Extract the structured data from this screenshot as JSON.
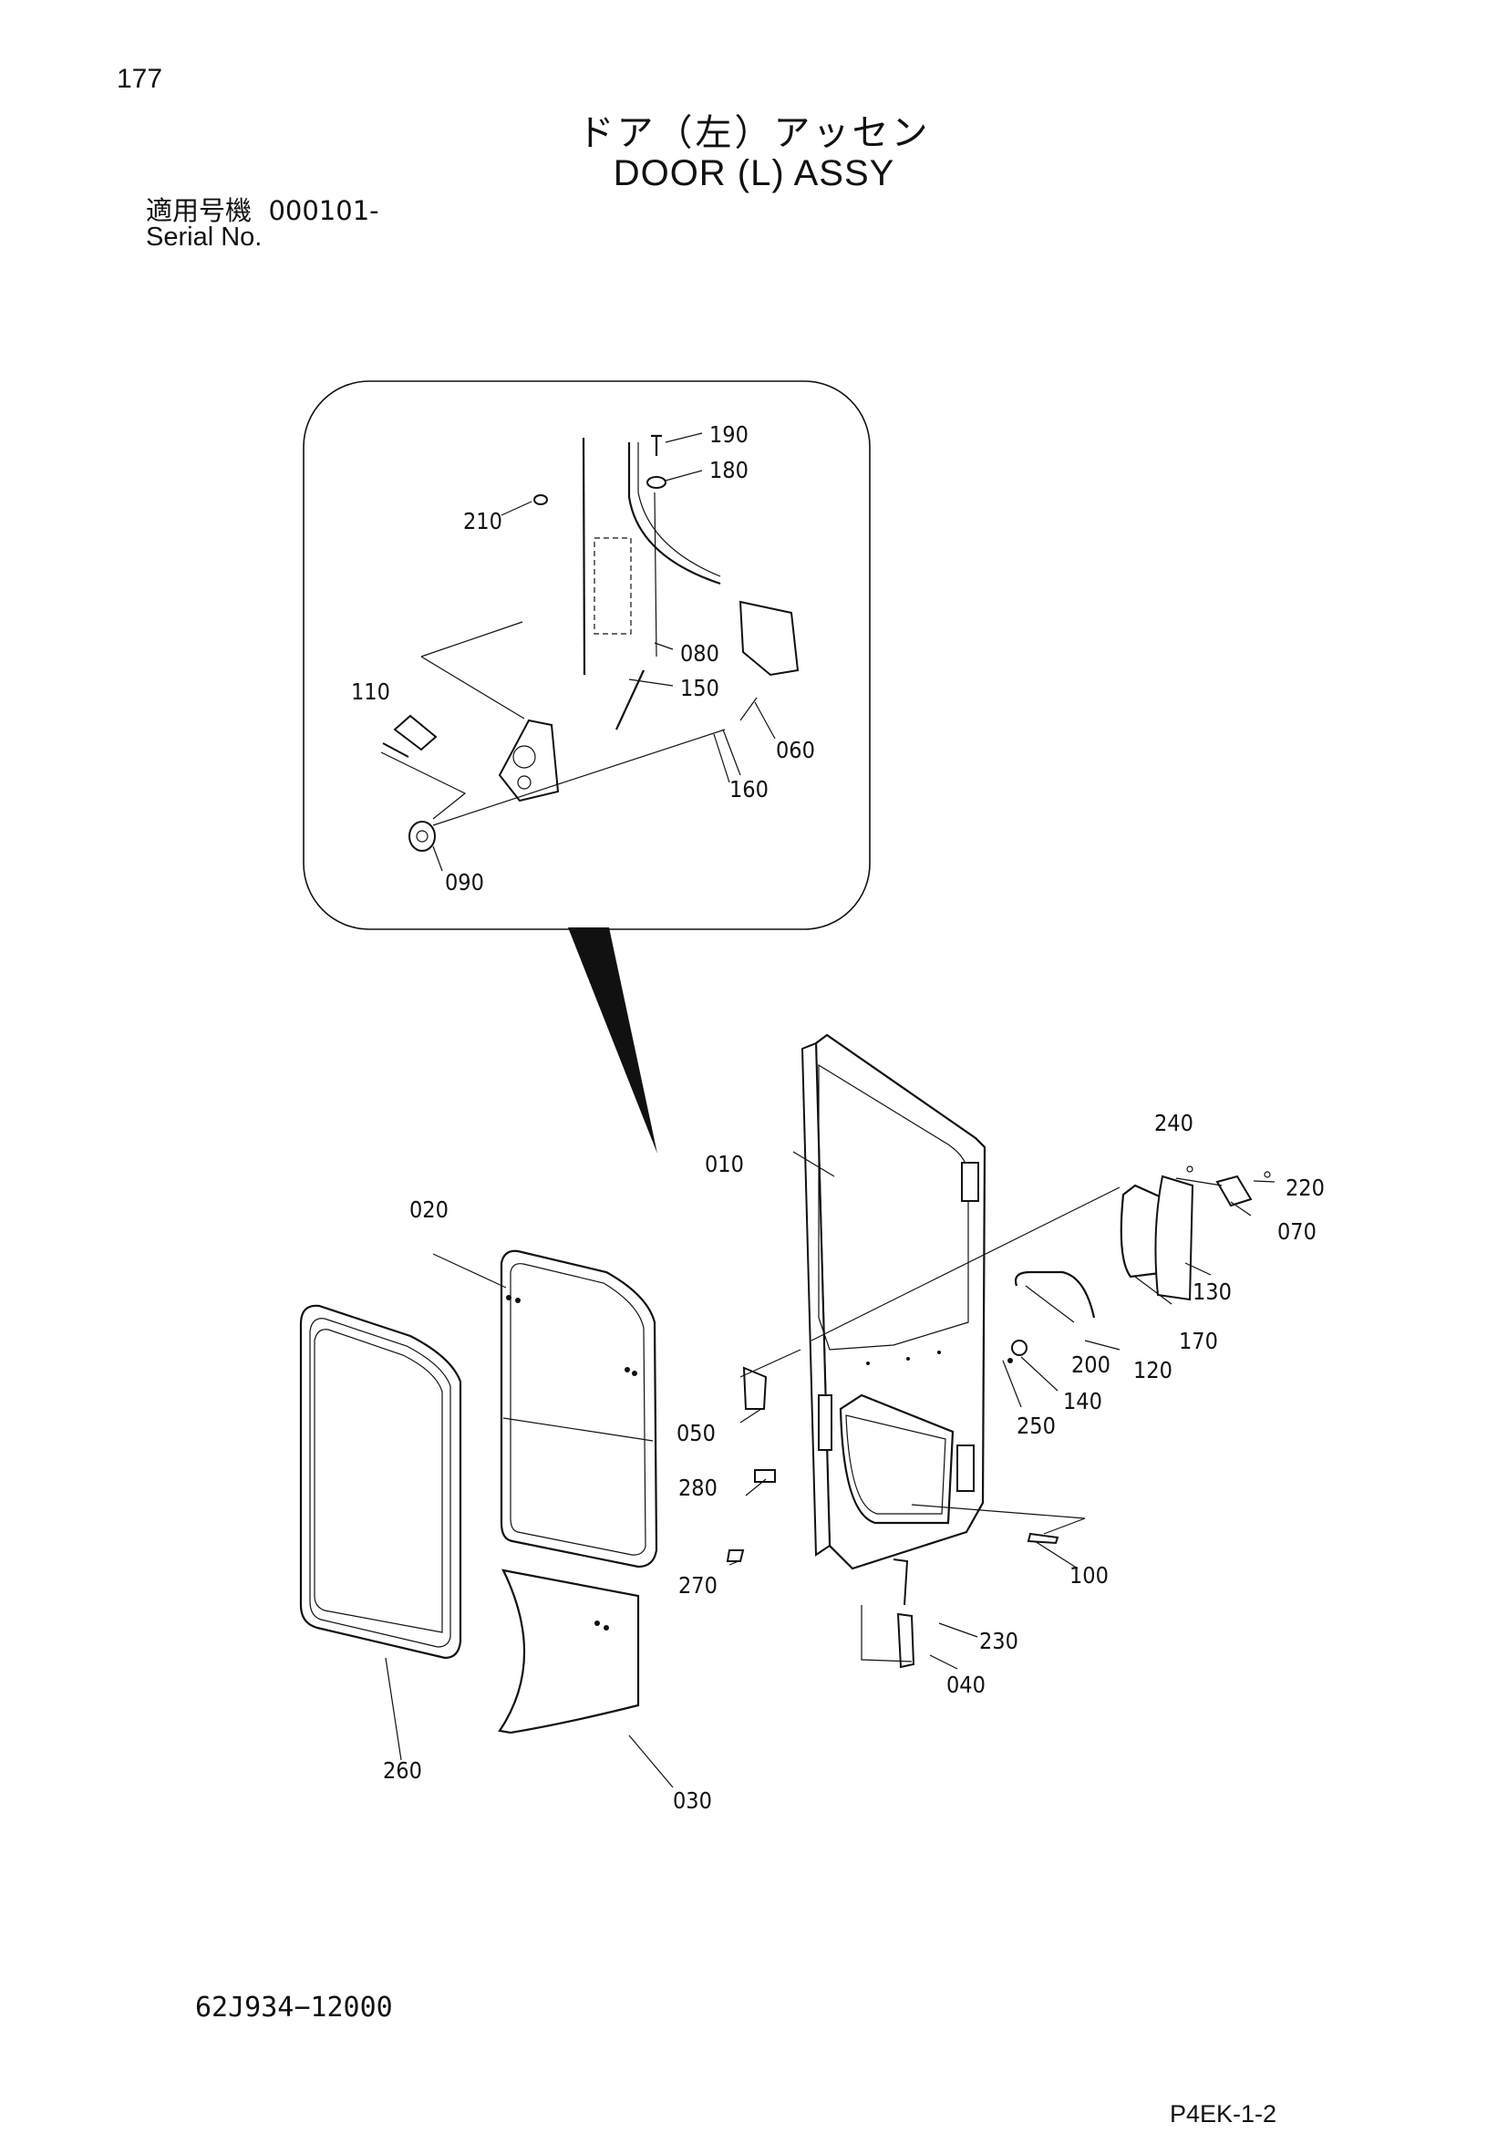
{
  "page_number": "177",
  "title_jp": "ドア（左）アッセン",
  "title_en": "DOOR (L) ASSY",
  "serial": {
    "label_jp": "適用号機",
    "value": "000101-",
    "label_en": "Serial No."
  },
  "document_number": "62J934−12000",
  "page_ref": "P4EK-1-2",
  "callouts": {
    "c190": "190",
    "c180": "180",
    "c210": "210",
    "c080": "080",
    "c150": "150",
    "c110": "110",
    "c060": "060",
    "c160": "160",
    "c090": "090",
    "c240": "240",
    "c010": "010",
    "c220": "220",
    "c020": "020",
    "c070": "070",
    "c130": "130",
    "c170": "170",
    "c200": "200",
    "c120": "120",
    "c140": "140",
    "c050": "050",
    "c250": "250",
    "c280": "280",
    "c270": "270",
    "c100": "100",
    "c230": "230",
    "c040": "040",
    "c260": "260",
    "c030": "030"
  }
}
